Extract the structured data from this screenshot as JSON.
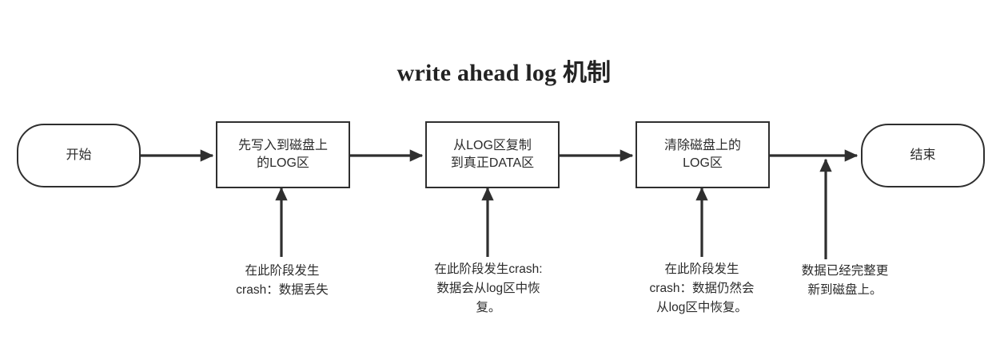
{
  "diagram": {
    "title": "write ahead log 机制",
    "background_color": "#ffffff",
    "stroke_color": "#2f2f2f",
    "text_color": "#2b2b2b",
    "nodes": [
      {
        "id": "start",
        "label": "开始",
        "shape": "terminator"
      },
      {
        "id": "step1",
        "label": "先写入到磁盘上的LOG区",
        "shape": "process"
      },
      {
        "id": "step2",
        "label": "从LOG区复制到真正DATA区",
        "shape": "process"
      },
      {
        "id": "step3",
        "label": "清除磁盘上的LOG区",
        "shape": "process"
      },
      {
        "id": "end",
        "label": "结束",
        "shape": "terminator"
      }
    ],
    "node_lines": {
      "start": [
        "开始"
      ],
      "step1": [
        "先写入到磁盘上",
        "的LOG区"
      ],
      "step2": [
        "从LOG区复制",
        "到真正DATA区"
      ],
      "step3": [
        "清除磁盘上的",
        "LOG区"
      ],
      "end": [
        "结束"
      ]
    },
    "annotations": [
      {
        "id": "note1",
        "target": "step1",
        "lines": [
          "在此阶段发生",
          "crash：数据丢失"
        ]
      },
      {
        "id": "note2",
        "target": "step2",
        "lines": [
          "在此阶段发生crash:",
          "数据会从log区中恢",
          "复。"
        ]
      },
      {
        "id": "note3",
        "target": "step3",
        "lines": [
          "在此阶段发生",
          "crash：数据仍然会",
          "从log区中恢复。"
        ]
      },
      {
        "id": "note4",
        "target": "end",
        "lines": [
          "数据已经完整更",
          "新到磁盘上。"
        ]
      }
    ],
    "edges": [
      {
        "from": "start",
        "to": "step1",
        "direction": "right"
      },
      {
        "from": "step1",
        "to": "step2",
        "direction": "right"
      },
      {
        "from": "step2",
        "to": "step3",
        "direction": "right"
      },
      {
        "from": "step3",
        "to": "end",
        "direction": "right"
      },
      {
        "from": "note1",
        "to": "step1",
        "direction": "up"
      },
      {
        "from": "note2",
        "to": "step2",
        "direction": "up"
      },
      {
        "from": "note3",
        "to": "step3",
        "direction": "up"
      },
      {
        "from": "note4",
        "to": "end",
        "direction": "up"
      }
    ]
  }
}
